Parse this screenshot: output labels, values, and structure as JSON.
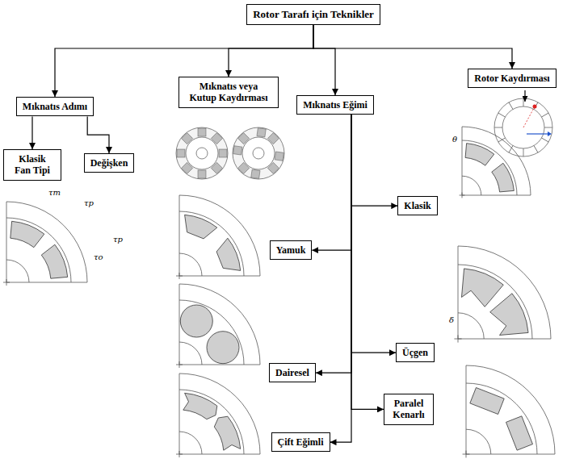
{
  "diagram": {
    "nodes": [
      {
        "text": [
          "Rotor Tarafı için Teknikler"
        ]
      },
      {
        "text": [
          "Mıknatıs Adımı"
        ]
      },
      {
        "text": [
          "Mıknatıs veya Kutup Kaydırması"
        ]
      },
      {
        "text": [
          "Mıknatıs Eğimi"
        ]
      },
      {
        "text": [
          "Rotor Kaydırması"
        ]
      },
      {
        "text": [
          "Klasik Fan Tipi"
        ]
      },
      {
        "text": [
          "Değişken"
        ]
      },
      {
        "text": [
          "Klasik"
        ]
      },
      {
        "text": [
          "Yamuk"
        ]
      },
      {
        "text": [
          "Üçgen"
        ]
      },
      {
        "text": [
          "Dairesel"
        ]
      },
      {
        "text": [
          "Paralel Kenarlı"
        ]
      },
      {
        "text": [
          "Çift Eğimli"
        ]
      }
    ],
    "edges": [
      {
        "from": 0,
        "to": 1,
        "arrow": "to"
      },
      {
        "from": 0,
        "to": 2,
        "arrow": "to"
      },
      {
        "from": 0,
        "to": 3,
        "arrow": "to"
      },
      {
        "from": 0,
        "to": 4,
        "arrow": "to"
      },
      {
        "from": 1,
        "to": 5,
        "arrow": "to"
      },
      {
        "from": 1,
        "to": 6,
        "arrow": "to"
      },
      {
        "from": 3,
        "to": 7,
        "arrow": "to"
      },
      {
        "from": 3,
        "to": 8,
        "arrow": "to"
      },
      {
        "from": 3,
        "to": 9,
        "arrow": "to"
      },
      {
        "from": 3,
        "to": 10,
        "arrow": "to"
      },
      {
        "from": 3,
        "to": 11,
        "arrow": "to"
      },
      {
        "from": 3,
        "to": 12,
        "arrow": "to"
      }
    ],
    "labels": [
      "τp",
      "τm",
      "τp",
      "τo",
      "θ",
      "δ"
    ]
  }
}
